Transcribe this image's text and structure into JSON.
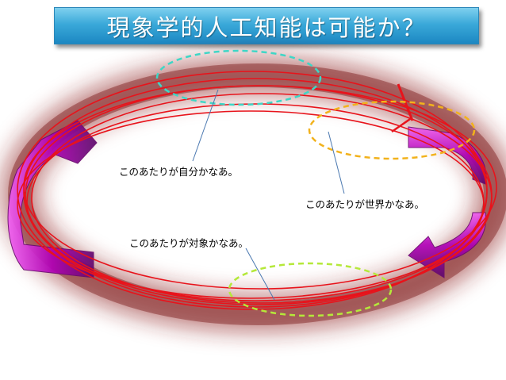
{
  "title": "現象学的人工知能は可能か？",
  "labels": {
    "self": "このあたりが自分かなあ。",
    "world": "このあたりが世界かなあ。",
    "object": "このあたりが対象かなあ。"
  },
  "colors": {
    "banner": "#3aa9d9",
    "ring_stroke": "#e8131b",
    "ring_glow": "#9a1a1a",
    "arrow_fill": "#b000b5",
    "self_ellipse": "#3fd6c6",
    "world_ellipse": "#f2b21c",
    "object_ellipse": "#b5e83a",
    "pointer_line": "#4a78b0"
  }
}
